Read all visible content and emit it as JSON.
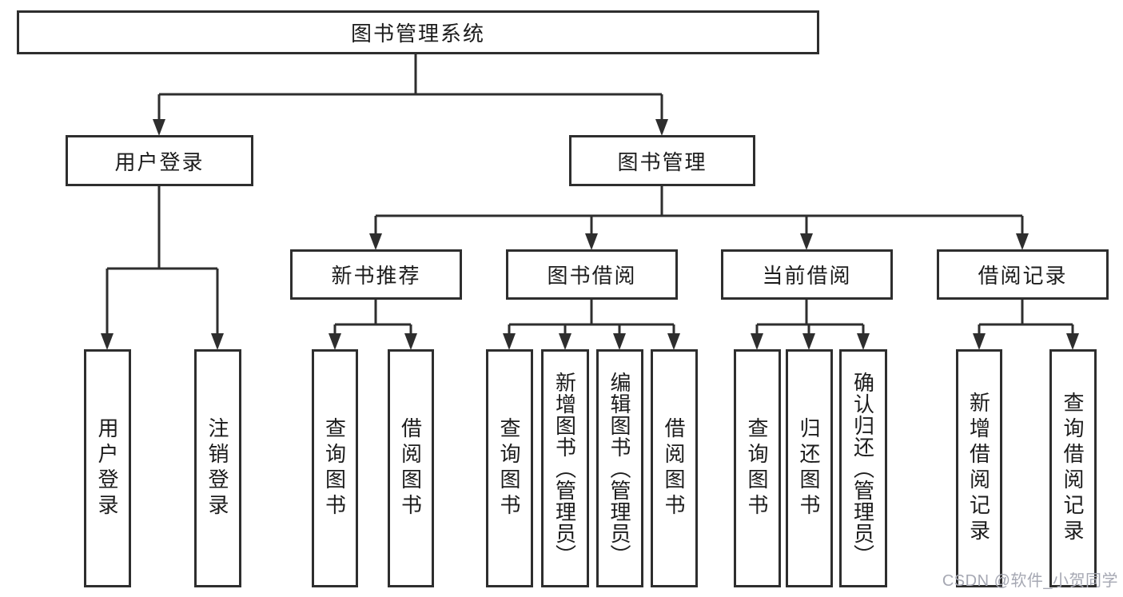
{
  "diagram": {
    "title": "图书管理系统",
    "level2": {
      "user_login": "用户登录",
      "book_management": "图书管理"
    },
    "level3": {
      "new_book_recommend": "新书推荐",
      "book_borrowing": "图书借阅",
      "current_borrowing": "当前借阅",
      "borrowing_records": "借阅记录"
    },
    "leaves": {
      "user_login": [
        "用户登录",
        "注销登录"
      ],
      "new_book_recommend": [
        "查询图书",
        "借阅图书"
      ],
      "book_borrowing": [
        "查询图书",
        "新增图书（管理员）",
        "编辑图书（管理员）",
        "借阅图书"
      ],
      "current_borrowing": [
        "查询图书",
        "归还图书",
        "确认归还（管理员）"
      ],
      "borrowing_records": [
        "新增借阅记录",
        "查询借阅记录"
      ]
    }
  },
  "watermark": "CSDN @软件_小贺同学",
  "colors": {
    "line": "#2e2e2e",
    "text": "#1c1c1c",
    "watermark": "#a6a8b3",
    "background": "#ffffff"
  }
}
